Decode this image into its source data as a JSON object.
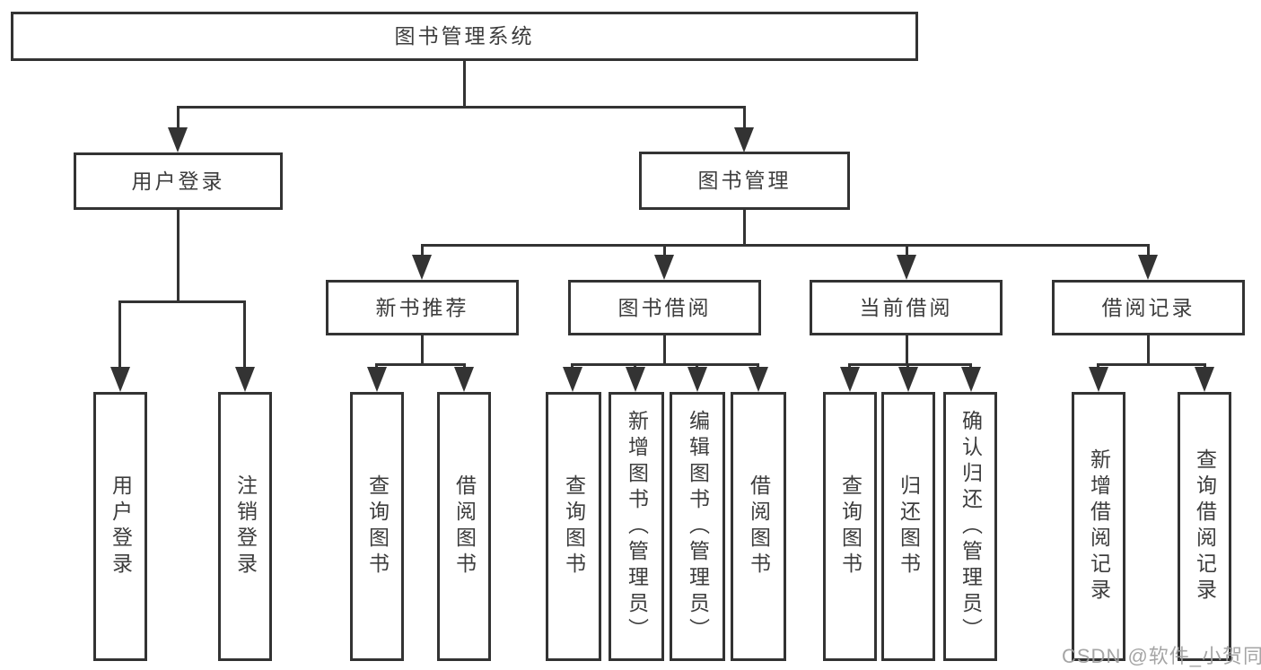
{
  "diagram_title": "图书管理系统",
  "colors": {
    "line": "#333333",
    "text": "#3d3d3d",
    "box_background": "#ffffff",
    "watermark": "#9d9d9d",
    "page_background": "#ffffff"
  },
  "root": {
    "label": "图书管理系统"
  },
  "level2": [
    {
      "label": "用户登录"
    },
    {
      "label": "图书管理"
    }
  ],
  "level3": [
    {
      "label": "新书推荐",
      "parent": "图书管理"
    },
    {
      "label": "图书借阅",
      "parent": "图书管理"
    },
    {
      "label": "当前借阅",
      "parent": "图书管理"
    },
    {
      "label": "借阅记录",
      "parent": "图书管理"
    }
  ],
  "leaves": [
    {
      "label": "用户登录",
      "parent": "用户登录"
    },
    {
      "label": "注销登录",
      "parent": "用户登录"
    },
    {
      "label": "查询图书",
      "parent": "新书推荐"
    },
    {
      "label": "借阅图书",
      "parent": "新书推荐"
    },
    {
      "label": "查询图书",
      "parent": "图书借阅"
    },
    {
      "label": "新增图书（管理员）",
      "parent": "图书借阅"
    },
    {
      "label": "编辑图书（管理员）",
      "parent": "图书借阅"
    },
    {
      "label": "借阅图书",
      "parent": "图书借阅"
    },
    {
      "label": "查询图书",
      "parent": "当前借阅"
    },
    {
      "label": "归还图书",
      "parent": "当前借阅"
    },
    {
      "label": "确认归还（管理员）",
      "parent": "当前借阅"
    },
    {
      "label": "新增借阅记录",
      "parent": "借阅记录"
    },
    {
      "label": "查询借阅记录",
      "parent": "借阅记录"
    }
  ],
  "watermark": {
    "text": "CSDN @软件_小贺同学"
  }
}
